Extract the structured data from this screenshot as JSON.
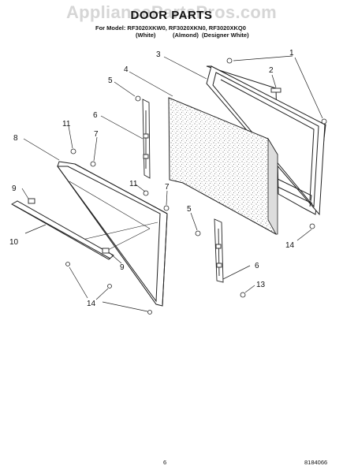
{
  "watermark": "AppliancePartsPros.com",
  "title": "DOOR PARTS",
  "model_line": "For Model: RF3020XKW0, RF3020XKN0, RF3020XKQ0",
  "variants": [
    "(White)",
    "(Almond)",
    "(Designer White)"
  ],
  "callouts": {
    "c1": "1",
    "c2": "2",
    "c3": "3",
    "c4": "4",
    "c5a": "5",
    "c5b": "5",
    "c6a": "6",
    "c6b": "6",
    "c7a": "7",
    "c7b": "7",
    "c8": "8",
    "c9a": "9",
    "c9b": "9",
    "c10": "10",
    "c11a": "11",
    "c11b": "11",
    "c13": "13",
    "c14a": "14",
    "c14b": "14"
  },
  "page_number": "6",
  "document_number": "8184066"
}
